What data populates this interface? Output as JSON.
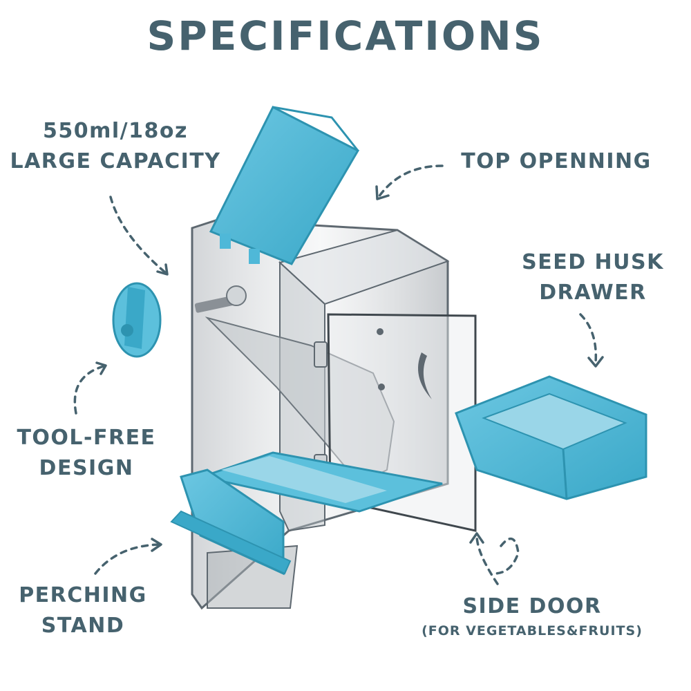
{
  "title": "SPECIFICATIONS",
  "labels": {
    "capacity": {
      "line1": "550ml/18oz",
      "line2": "LARGE CAPACITY"
    },
    "top_opening": "TOP OPENNING",
    "seed_husk_drawer": {
      "line1": "SEED HUSK",
      "line2": "DRAWER"
    },
    "tool_free": {
      "line1": "TOOL-FREE",
      "line2": "DESIGN"
    },
    "perching_stand": {
      "line1": "PERCHING",
      "line2": "STAND"
    },
    "side_door": {
      "line1": "SIDE DOOR",
      "line2": "(FOR VEGETABLES&FRUITS)"
    }
  },
  "colors": {
    "text": "#46626e",
    "accent_blue": "#4fb8d8",
    "accent_dark": "#2d93b0",
    "clear_plastic": "#c9cdd1"
  }
}
